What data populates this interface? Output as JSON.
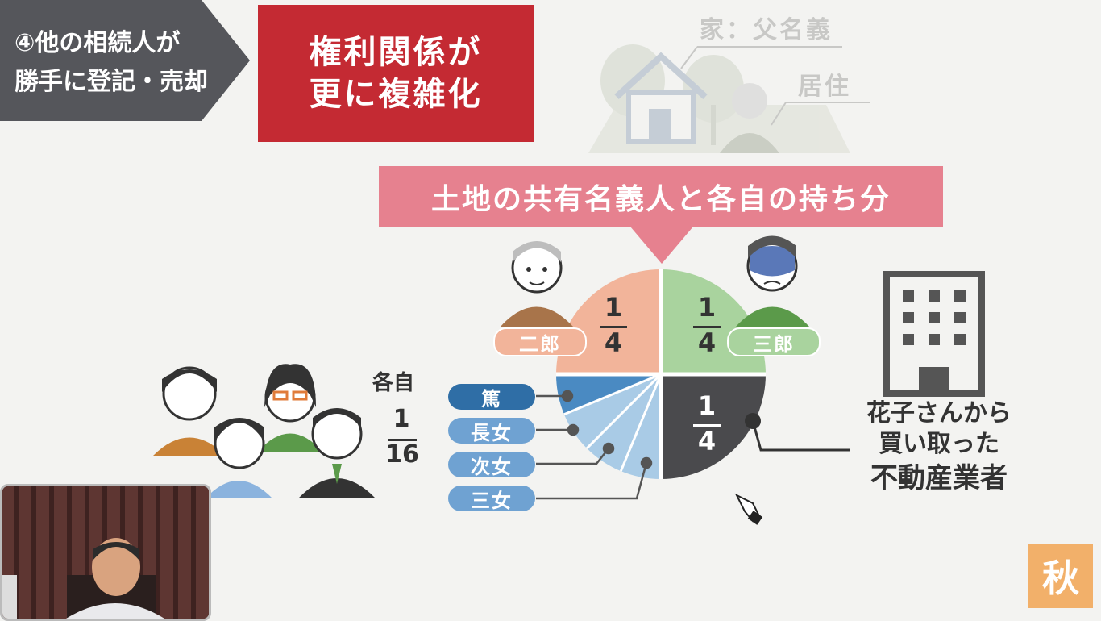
{
  "step_banner": {
    "line1": "④他の相続人が",
    "line2": "勝手に登記・売却"
  },
  "headline": {
    "line1": "権利関係が",
    "line2": "更に複雑化"
  },
  "house_labels": {
    "house": "家：父名義",
    "residence": "居住"
  },
  "banner": {
    "text": "土地の共有名義人と各自の持ち分"
  },
  "shares": {
    "jiro": {
      "name": "二郎",
      "numerator": "1",
      "denominator": "4"
    },
    "saburo": {
      "name": "三郎",
      "numerator": "1",
      "denominator": "4"
    },
    "agent": {
      "numerator": "1",
      "denominator": "4"
    }
  },
  "each": {
    "label": "各自",
    "numerator": "1",
    "denominator": "16"
  },
  "heirs": [
    "篤",
    "長女",
    "次女",
    "三女"
  ],
  "buyer": {
    "line1": "花子さんから",
    "line2": "買い取った",
    "line3": "不動産業者"
  },
  "channel_logo": {
    "char": "秋"
  },
  "colors": {
    "step_banner": "#55565b",
    "headline": "#c42a33",
    "banner": "#e6818f",
    "jiro": "#f2b49a",
    "saburo": "#a9d39e",
    "agent": "#4a4a4d",
    "heirs_light": "#a9cbe6",
    "heirs_dark": "#4a8ac2"
  }
}
